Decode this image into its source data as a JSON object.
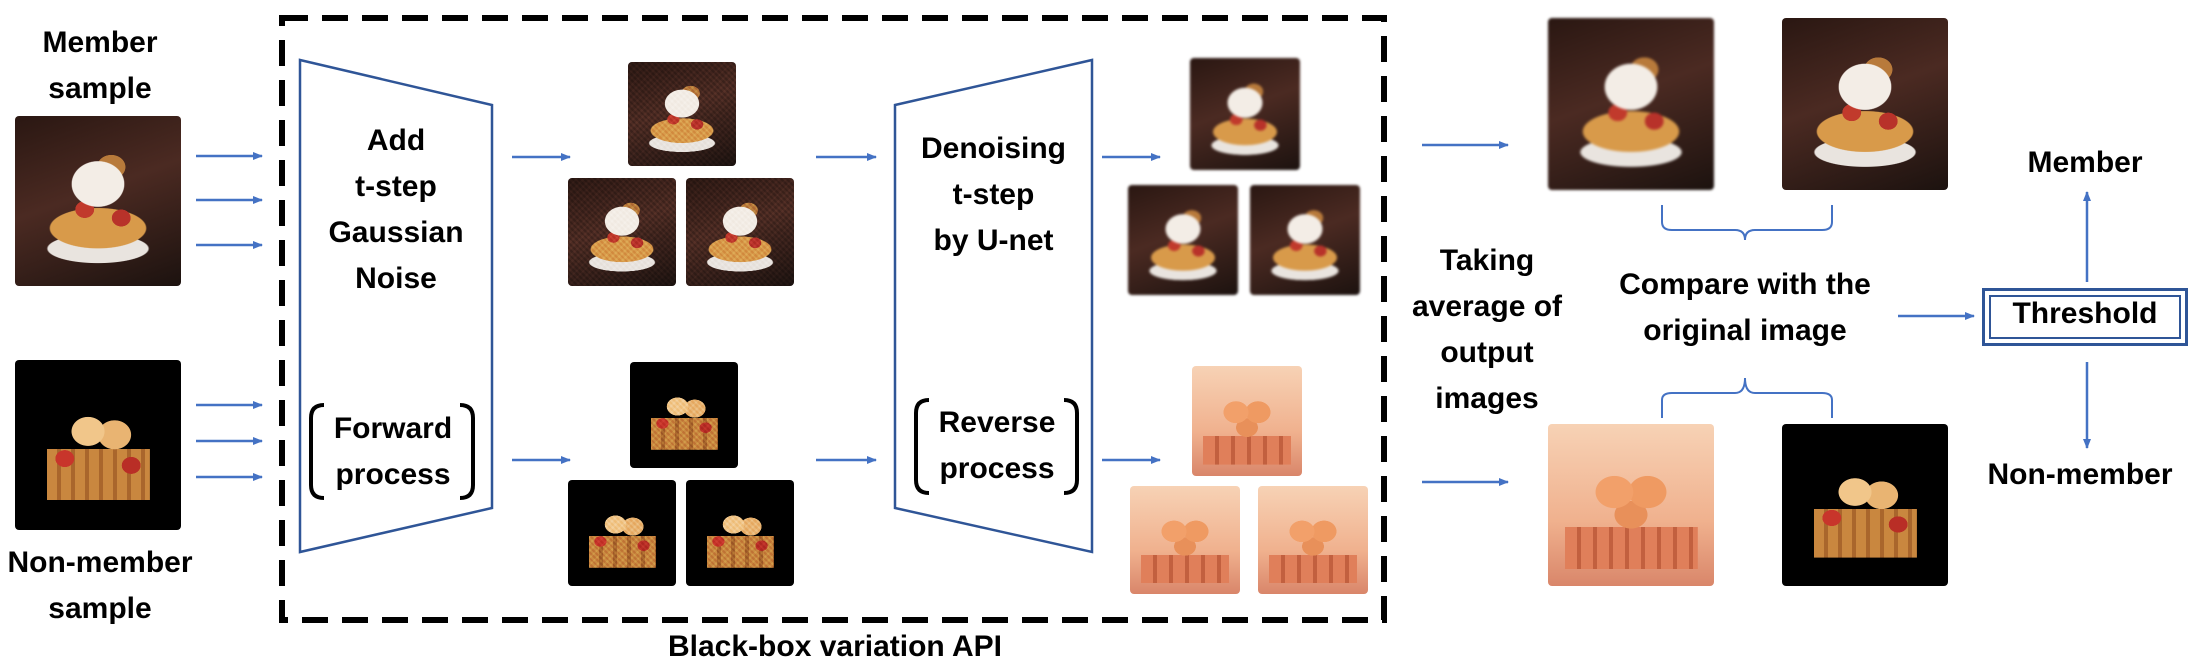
{
  "labels": {
    "member_sample": "Member\nsample",
    "nonmember_sample": "Non-member\nsample",
    "add_noise": "Add\nt-step\nGaussian\nNoise",
    "forward_process": "Forward\nprocess",
    "denoising": "Denoising\nt-step\nby U-net",
    "reverse_process": "Reverse\nprocess",
    "black_box_api": "Black-box variation API",
    "taking_average": "Taking\naverage of\noutput\nimages",
    "compare": "Compare with the\noriginal image",
    "threshold": "Threshold",
    "member": "Member",
    "non_member": "Non-member"
  },
  "colors": {
    "arrow": "#4472c4",
    "trapezoid": "#2f5597",
    "threshold_border": "#2f5597",
    "dashed_box": "#000000"
  },
  "images": {
    "member_original": "waffle-ice-cream-photo",
    "member_noised": "noisy-waffle-photo",
    "member_denoised": "denoised-waffle-photo",
    "nonmember_original": "waffle-ice-cream-photo",
    "nonmember_noised": "noisy-waffle-photo",
    "nonmember_denoised": "denoised-waffle-photo"
  }
}
